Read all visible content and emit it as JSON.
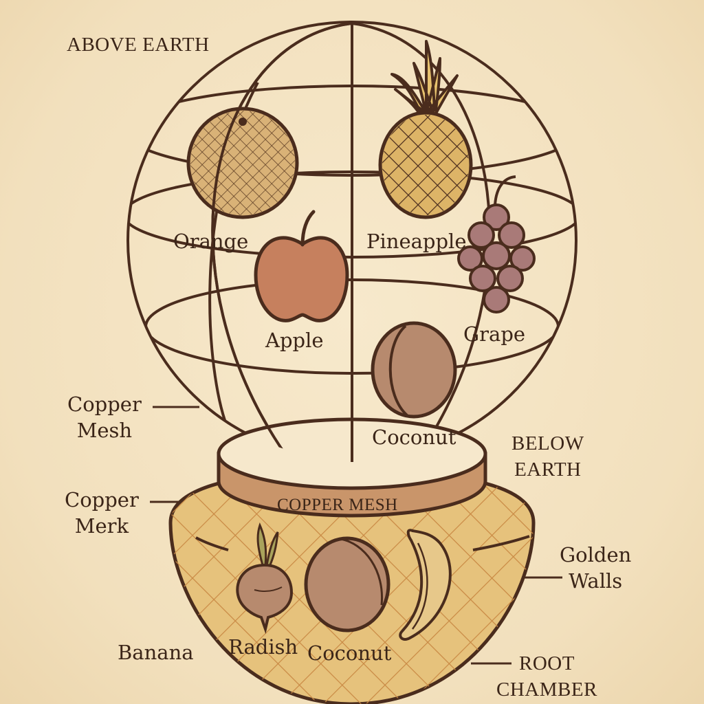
{
  "labels": {
    "above_earth": "ABOVE EARTH",
    "orange": "Orange",
    "pineapple": "Pineapple",
    "apple": "Apple",
    "grape": "Grape",
    "coconut_top": "Coconut",
    "copper_mesh_left": [
      "Copper",
      "Mesh"
    ],
    "below_earth": [
      "BELOW",
      "EARTH"
    ],
    "copper_mesh_band": "COPPER MESH",
    "copper_merk": [
      "Copper",
      "Merk"
    ],
    "golden_walls": [
      "Golden",
      "Walls"
    ],
    "banana": "Banana",
    "radish": "Radish",
    "coconut_bottom": "Coconut",
    "root_chamber": [
      "ROOT",
      "CHAMBER"
    ]
  },
  "colors": {
    "background": "#f4e4c3",
    "ink": "#4a2c1d",
    "orange_fill": "#d9b277",
    "pineapple_fill": "#ddb467",
    "apple_fill": "#c6805e",
    "grape_fill": "#a97a78",
    "coconut_fill": "#b78a6e",
    "band_fill": "#c9956a",
    "chamber_fill": "#e6c27c"
  }
}
